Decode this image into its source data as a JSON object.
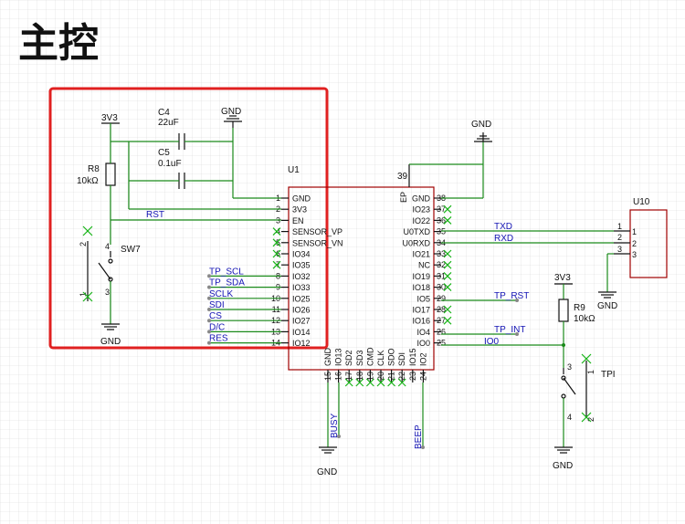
{
  "title": "主控",
  "u1": {
    "ref": "U1",
    "left_pins": [
      {
        "num": "1",
        "name": "GND"
      },
      {
        "num": "2",
        "name": "3V3"
      },
      {
        "num": "3",
        "name": "EN"
      },
      {
        "num": "4",
        "name": "SENSOR_VP"
      },
      {
        "num": "5",
        "name": "SENSOR_VN"
      },
      {
        "num": "6",
        "name": "IO34"
      },
      {
        "num": "7",
        "name": "IO35"
      },
      {
        "num": "8",
        "name": "IO32"
      },
      {
        "num": "9",
        "name": "IO33"
      },
      {
        "num": "10",
        "name": "IO25"
      },
      {
        "num": "11",
        "name": "IO26"
      },
      {
        "num": "12",
        "name": "IO27"
      },
      {
        "num": "13",
        "name": "IO14"
      },
      {
        "num": "14",
        "name": "IO12"
      }
    ],
    "right_pins": [
      {
        "num": "38",
        "name": "GND"
      },
      {
        "num": "37",
        "name": "IO23"
      },
      {
        "num": "36",
        "name": "IO22"
      },
      {
        "num": "35",
        "name": "U0TXD"
      },
      {
        "num": "34",
        "name": "U0RXD"
      },
      {
        "num": "33",
        "name": "IO21"
      },
      {
        "num": "32",
        "name": "NC"
      },
      {
        "num": "31",
        "name": "IO19"
      },
      {
        "num": "30",
        "name": "IO18"
      },
      {
        "num": "29",
        "name": "IO5"
      },
      {
        "num": "28",
        "name": "IO17"
      },
      {
        "num": "27",
        "name": "IO16"
      },
      {
        "num": "26",
        "name": "IO4"
      },
      {
        "num": "25",
        "name": "IO0"
      }
    ],
    "bottom_pins": [
      {
        "num": "15",
        "name": "GND"
      },
      {
        "num": "16",
        "name": "IO13"
      },
      {
        "num": "17",
        "name": "SD2"
      },
      {
        "num": "18",
        "name": "SD3"
      },
      {
        "num": "19",
        "name": "CMD"
      },
      {
        "num": "20",
        "name": "CLK"
      },
      {
        "num": "21",
        "name": "SDO"
      },
      {
        "num": "22",
        "name": "SDI"
      },
      {
        "num": "23",
        "name": "IO15"
      },
      {
        "num": "24",
        "name": "IO2"
      }
    ],
    "ep_num": "39",
    "ep_name": "EP"
  },
  "left_nets": [
    "TP_SCL",
    "TP_SDA",
    "SCLK",
    "SDI",
    "CS",
    "D/C",
    "RES"
  ],
  "right_nets": {
    "txd": "TXD",
    "rxd": "RXD",
    "tp_rst": "TP_RST",
    "tp_int": "TP_INT",
    "io0": "IO0"
  },
  "bottom_nets": {
    "busy": "BUSY",
    "beep": "BEEP"
  },
  "rst_net": "RST",
  "power": {
    "v33": "3V3",
    "gnd": "GND"
  },
  "components": {
    "c4": {
      "ref": "C4",
      "value": "22uF"
    },
    "c5": {
      "ref": "C5",
      "value": "0.1uF"
    },
    "r8": {
      "ref": "R8",
      "value": "10kΩ"
    },
    "r9": {
      "ref": "R9",
      "value": "10kΩ"
    },
    "sw7": {
      "ref": "SW7",
      "pins": [
        "2",
        "4",
        "1",
        "3"
      ]
    },
    "tpi": {
      "ref": "TPI",
      "pins": [
        "1",
        "3",
        "4",
        "2"
      ]
    },
    "u10": {
      "ref": "U10",
      "pins": [
        "1",
        "2",
        "3"
      ],
      "side_pins": [
        "1",
        "2",
        "3"
      ]
    }
  }
}
